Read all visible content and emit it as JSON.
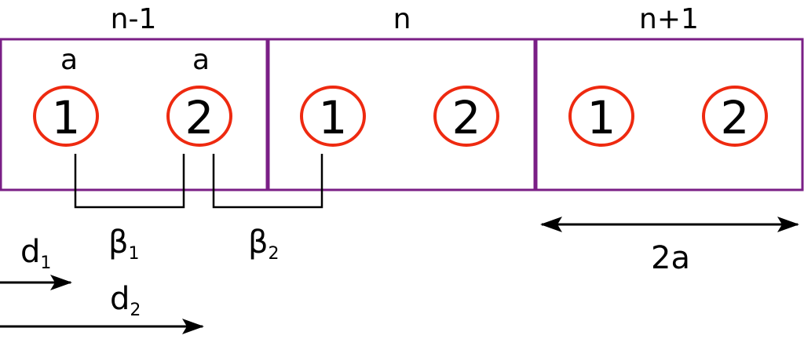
{
  "cells": [
    {
      "label": "n-1",
      "atoms": [
        "1",
        "2"
      ],
      "site_labels": [
        "a",
        "a"
      ]
    },
    {
      "label": "n",
      "atoms": [
        "1",
        "2"
      ]
    },
    {
      "label": "n+1",
      "atoms": [
        "1",
        "2"
      ]
    }
  ],
  "couplings": [
    {
      "symbol": "β",
      "sub": "1"
    },
    {
      "symbol": "β",
      "sub": "2"
    }
  ],
  "vectors": [
    {
      "symbol": "d",
      "sub": "1"
    },
    {
      "symbol": "d",
      "sub": "2"
    }
  ],
  "lattice_constant": "2a",
  "colors": {
    "cell_border": "#7a1f86",
    "atom_ring": "#ee2a10"
  }
}
